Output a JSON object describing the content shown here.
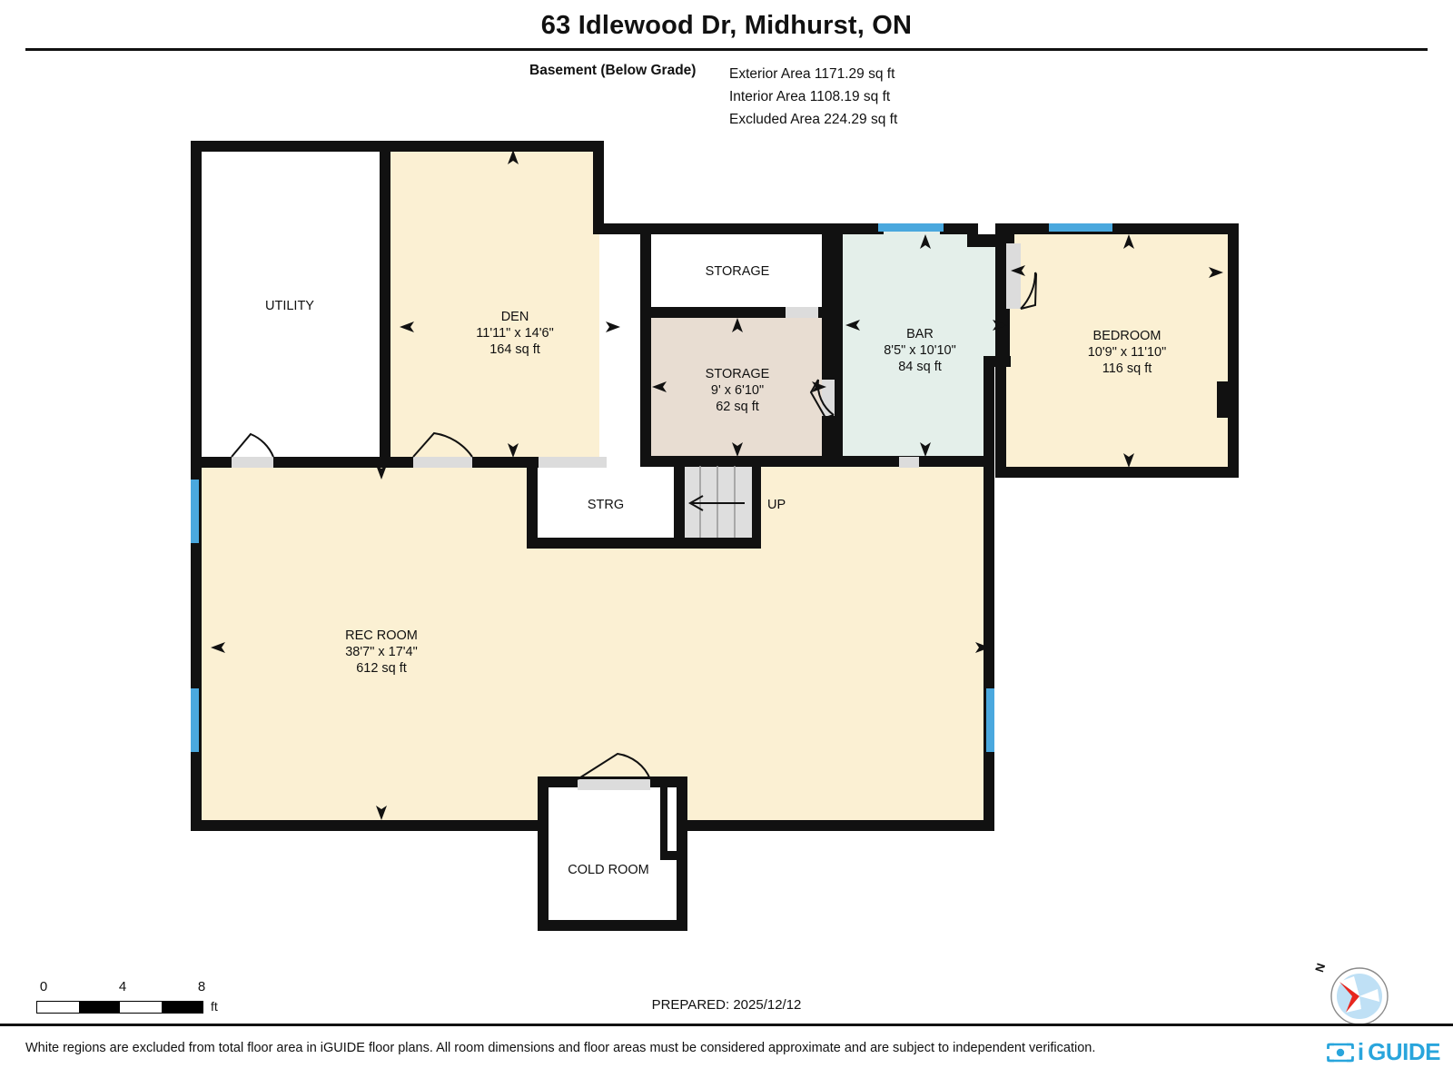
{
  "header": {
    "title": "63 Idlewood Dr, Midhurst, ON",
    "floor_label": "Basement (Below Grade)",
    "exterior_area": "Exterior Area 1171.29 sq ft",
    "interior_area": "Interior Area 1108.19 sq ft",
    "excluded_area": "Excluded Area 224.29 sq ft"
  },
  "rooms": [
    {
      "name": "UTILITY",
      "dims": "",
      "area": ""
    },
    {
      "name": "DEN",
      "dims": "11'11\" x 14'6\"",
      "area": "164 sq ft"
    },
    {
      "name": "STORAGE",
      "dims": "",
      "area": ""
    },
    {
      "name": "STORAGE",
      "dims": "9' x 6'10\"",
      "area": "62 sq ft"
    },
    {
      "name": "BAR",
      "dims": "8'5\" x 10'10\"",
      "area": "84 sq ft"
    },
    {
      "name": "BEDROOM",
      "dims": "10'9\" x 11'10\"",
      "area": "116 sq ft"
    },
    {
      "name": "STRG",
      "dims": "",
      "area": ""
    },
    {
      "name": "REC ROOM",
      "dims": "38'7\" x 17'4\"",
      "area": "612 sq ft"
    },
    {
      "name": "COLD ROOM",
      "dims": "",
      "area": ""
    }
  ],
  "stairs": {
    "label": "UP"
  },
  "scale": {
    "ticks": [
      "0",
      "4",
      "8"
    ],
    "unit": "ft"
  },
  "prepared": "PREPARED: 2025/12/12",
  "compass": {
    "north_label": "N"
  },
  "footer": {
    "disclaimer": "White regions are excluded from total floor area in iGUIDE floor plans. All room dimensions and floor areas must be considered approximate and are subject to independent verification.",
    "logo_i": "i",
    "logo_text": "GUIDE"
  },
  "colors": {
    "wall": "#111111",
    "cream": "#fbf0d3",
    "mint": "#e4efea",
    "taupe": "#e8ddd2",
    "white": "#ffffff",
    "window": "#4aa8de",
    "door_gap": "#dcdcdc",
    "brand": "#29a5dc"
  }
}
